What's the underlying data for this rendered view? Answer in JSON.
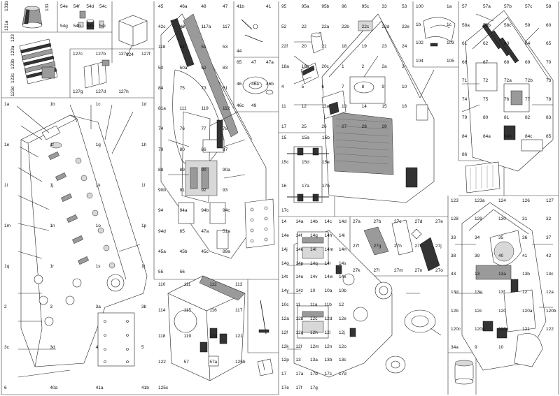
{
  "panels": {
    "p131": [
      "131b",
      "131",
      "131a"
    ],
    "p54": [
      "54e",
      "54f",
      "54d",
      "54c",
      "54g",
      "54b",
      "54h",
      "54i"
    ],
    "p124": [
      "124"
    ],
    "p123": [
      "123",
      "123a",
      "123b",
      "123c",
      "123d"
    ],
    "p127": [
      "127c",
      "127b",
      "127e",
      "127f",
      "127g",
      "127d",
      "127h"
    ],
    "p41": [
      "41b",
      "41",
      "44"
    ],
    "p45": [
      "45",
      "46a",
      "48",
      "47",
      "42c",
      "46",
      "117a",
      "117",
      "118",
      "54",
      "51",
      "53",
      "50",
      "50a",
      "52",
      "83",
      "84",
      "75",
      "73",
      "81",
      "81a",
      "111",
      "119",
      "112",
      "74",
      "76",
      "77",
      "78",
      "79",
      "80",
      "86",
      "87",
      "88",
      "89",
      "90",
      "90a",
      "90b",
      "91",
      "92",
      "93",
      "94",
      "94a",
      "94b",
      "94c",
      "94d",
      "65",
      "47a",
      "51a",
      "45a",
      "45b",
      "45c",
      "89a",
      "55",
      "56"
    ],
    "p46": [
      "65",
      "47",
      "47a",
      "46",
      "46a",
      "46b",
      "46c",
      "49"
    ],
    "p95": [
      "95",
      "95a",
      "95b",
      "96",
      "95c",
      "33",
      "53",
      "52",
      "22",
      "22a",
      "22b",
      "22c",
      "22d",
      "22e",
      "22f",
      "20",
      "21",
      "18",
      "19",
      "23",
      "24",
      "18a",
      "18b",
      "20c",
      "1",
      "2",
      "2a",
      "3",
      "4",
      "5",
      "6",
      "7",
      "8",
      "9",
      "10",
      "11",
      "12",
      "12a",
      "13",
      "14",
      "15",
      "16",
      "17",
      "25",
      "26",
      "27",
      "28",
      "29"
    ],
    "p100": [
      "100",
      "1a",
      "1b",
      "1c",
      "102",
      "103",
      "104",
      "105"
    ],
    "p57": [
      "57",
      "57a",
      "57b",
      "57c",
      "58",
      "58a",
      "58b",
      "58c",
      "59",
      "60",
      "61",
      "62",
      "63",
      "64",
      "65",
      "66",
      "67",
      "68",
      "69",
      "70",
      "71",
      "72",
      "72a",
      "72b",
      "73",
      "74",
      "75",
      "76",
      "77",
      "78",
      "79",
      "80",
      "81",
      "82",
      "83",
      "84",
      "84a",
      "84b",
      "84c",
      "85",
      "86"
    ],
    "p_left": [
      "1a",
      "1b",
      "1c",
      "1d",
      "1e",
      "1f",
      "1g",
      "1h",
      "1i",
      "1j",
      "1k",
      "1l",
      "1m",
      "1n",
      "1o",
      "1p",
      "1q",
      "1r",
      "1s",
      "1t",
      "2",
      "3",
      "3a",
      "3b",
      "3c",
      "3d",
      "4",
      "5",
      "6",
      "40a",
      "41a",
      "41b"
    ],
    "p15": [
      "15",
      "15a",
      "15b",
      "15c",
      "15d",
      "15e",
      "16",
      "17a",
      "17b",
      "17c"
    ],
    "p_mid": [
      "14",
      "14a",
      "14b",
      "14c",
      "14d",
      "14e",
      "14f",
      "14g",
      "14h",
      "14i",
      "14j",
      "14k",
      "14l",
      "14m",
      "14n",
      "14o",
      "14p",
      "14q",
      "14r",
      "14s",
      "14t",
      "14u",
      "14v",
      "14w",
      "14x",
      "14y",
      "14z",
      "10",
      "10a",
      "10b",
      "10c",
      "11",
      "11a",
      "11b",
      "12",
      "12a",
      "12b",
      "12c",
      "12d",
      "12e",
      "12f",
      "12g",
      "12h",
      "12i",
      "12j",
      "12k",
      "12l",
      "12m",
      "12n",
      "12o",
      "12p",
      "13",
      "13a",
      "13b",
      "13c",
      "17",
      "17a",
      "17b",
      "17c",
      "17d",
      "17e",
      "17f",
      "17g"
    ],
    "p_bl": [
      "110",
      "111",
      "112",
      "113",
      "114",
      "115",
      "116",
      "117",
      "118",
      "119",
      "120",
      "121",
      "122",
      "57",
      "57a",
      "125b",
      "125c"
    ],
    "p_br": [
      "123",
      "123a",
      "124",
      "126",
      "127",
      "128",
      "129",
      "130",
      "31",
      "32",
      "33",
      "34",
      "35",
      "36",
      "37",
      "38",
      "39",
      "40",
      "41",
      "42",
      "43",
      "13",
      "13a",
      "13b",
      "13c",
      "13d",
      "13e",
      "13f",
      "12",
      "12a",
      "12b",
      "12c",
      "120",
      "120a",
      "120b",
      "120c",
      "120d",
      "120e",
      "121",
      "122",
      "34a",
      "9",
      "10"
    ],
    "p27": [
      "27a",
      "27b",
      "27c",
      "27d",
      "27e",
      "27f",
      "27g",
      "27h",
      "27i",
      "27j",
      "27k",
      "27l",
      "27m",
      "27n",
      "27o"
    ]
  }
}
